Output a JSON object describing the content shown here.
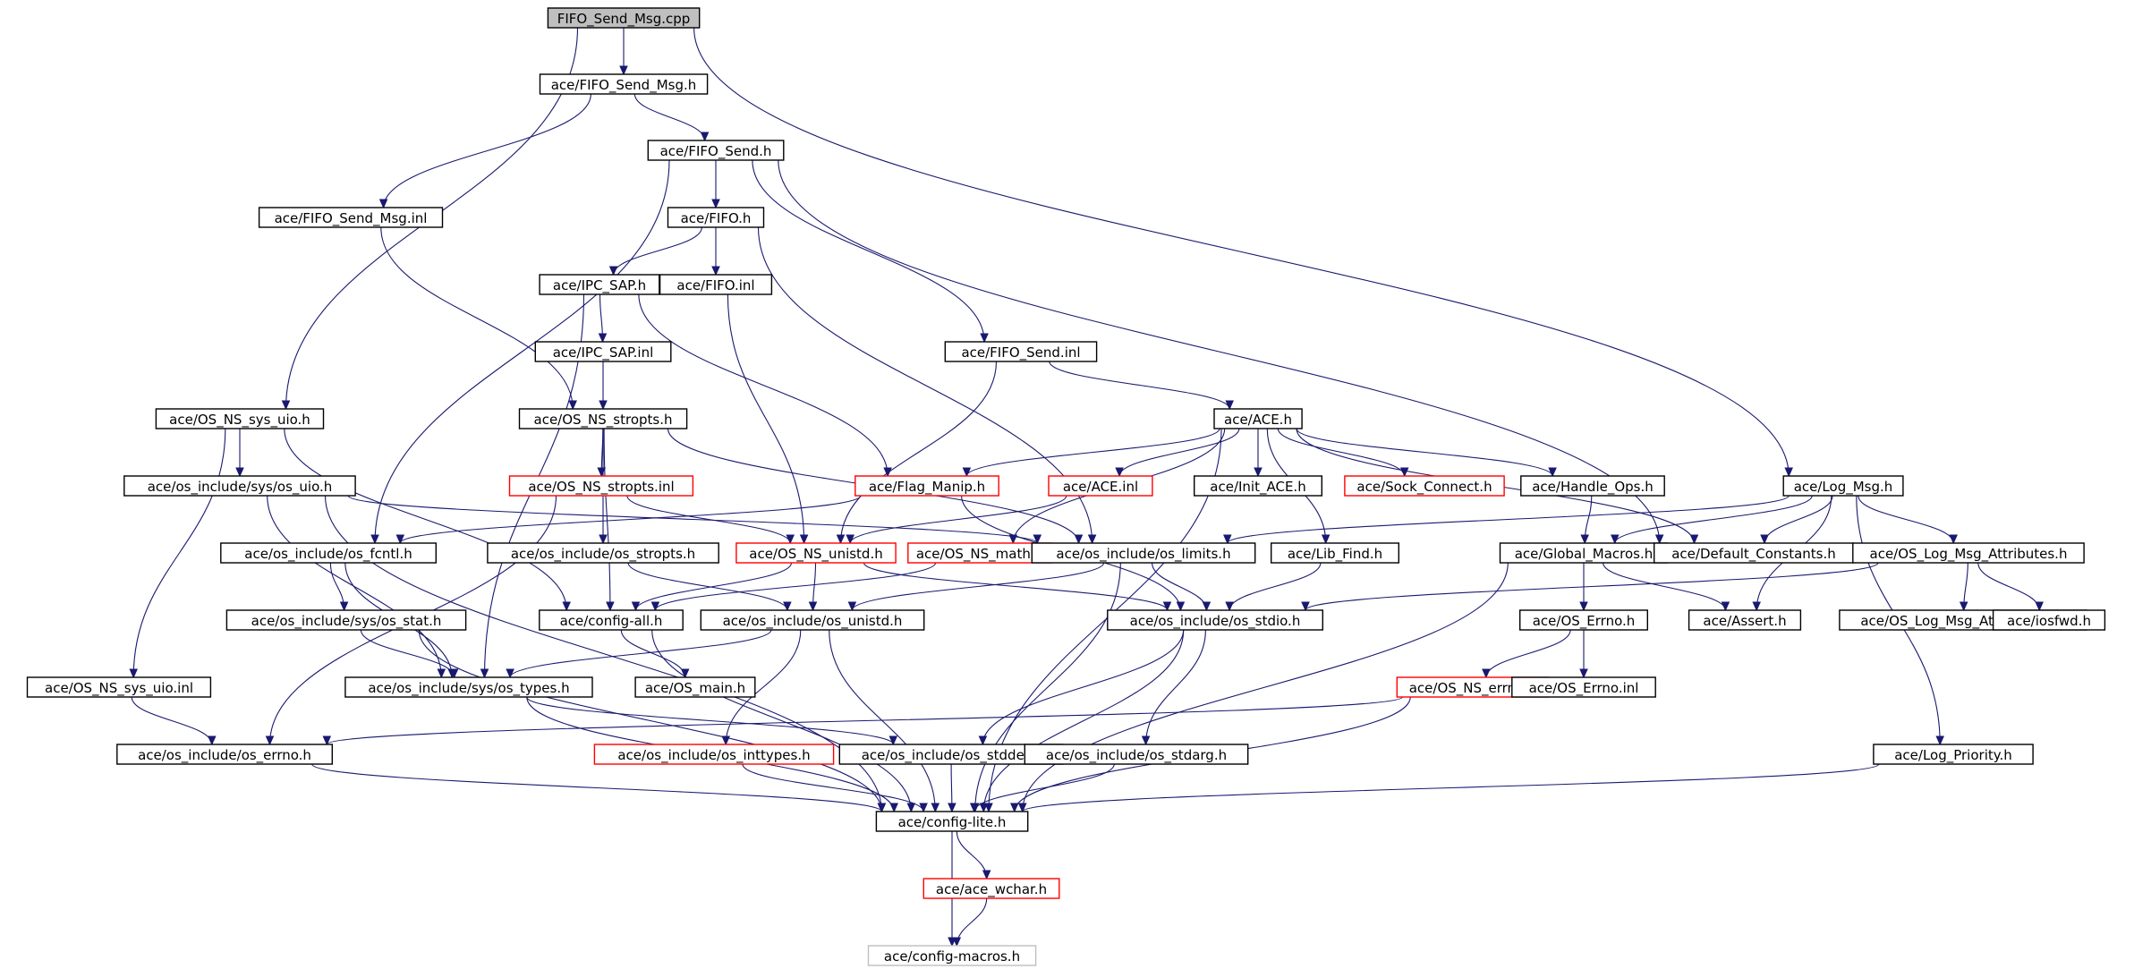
{
  "colors": {
    "edge": "#191970",
    "border_normal": "#000000",
    "border_truncated": "#ff0000",
    "border_leaf": "#bfbfbf",
    "fill_root": "#bfbfbf",
    "fill_normal": "#ffffff"
  },
  "nodes": [
    {
      "id": "n0",
      "label": "FIFO_Send_Msg.cpp",
      "kind": "root"
    },
    {
      "id": "n1",
      "label": "ace/FIFO_Send_Msg.h",
      "kind": "normal"
    },
    {
      "id": "n2",
      "label": "ace/FIFO_Send.h",
      "kind": "normal"
    },
    {
      "id": "n3",
      "label": "ace/FIFO_Send_Msg.inl",
      "kind": "normal"
    },
    {
      "id": "n4",
      "label": "ace/FIFO.h",
      "kind": "normal"
    },
    {
      "id": "n5",
      "label": "ace/IPC_SAP.h",
      "kind": "normal"
    },
    {
      "id": "n6",
      "label": "ace/FIFO.inl",
      "kind": "normal"
    },
    {
      "id": "n7",
      "label": "ace/IPC_SAP.inl",
      "kind": "normal"
    },
    {
      "id": "n8",
      "label": "ace/FIFO_Send.inl",
      "kind": "normal"
    },
    {
      "id": "n9",
      "label": "ace/OS_NS_sys_uio.h",
      "kind": "normal"
    },
    {
      "id": "n10",
      "label": "ace/OS_NS_stropts.h",
      "kind": "normal"
    },
    {
      "id": "n11",
      "label": "ace/ACE.h",
      "kind": "normal"
    },
    {
      "id": "n12",
      "label": "ace/os_include/sys/os_uio.h",
      "kind": "normal"
    },
    {
      "id": "n13",
      "label": "ace/OS_NS_stropts.inl",
      "kind": "truncated"
    },
    {
      "id": "n14",
      "label": "ace/Flag_Manip.h",
      "kind": "truncated"
    },
    {
      "id": "n15",
      "label": "ace/ACE.inl",
      "kind": "truncated"
    },
    {
      "id": "n16",
      "label": "ace/Init_ACE.h",
      "kind": "normal"
    },
    {
      "id": "n17",
      "label": "ace/Sock_Connect.h",
      "kind": "truncated"
    },
    {
      "id": "n18",
      "label": "ace/Handle_Ops.h",
      "kind": "normal"
    },
    {
      "id": "n19",
      "label": "ace/Log_Msg.h",
      "kind": "normal"
    },
    {
      "id": "n20",
      "label": "ace/os_include/os_fcntl.h",
      "kind": "normal"
    },
    {
      "id": "n21",
      "label": "ace/os_include/os_stropts.h",
      "kind": "normal"
    },
    {
      "id": "n22",
      "label": "ace/OS_NS_unistd.h",
      "kind": "truncated"
    },
    {
      "id": "n23",
      "label": "ace/OS_NS_math.h",
      "kind": "truncated"
    },
    {
      "id": "n24",
      "label": "ace/os_include/os_limits.h",
      "kind": "normal"
    },
    {
      "id": "n25",
      "label": "ace/Lib_Find.h",
      "kind": "normal"
    },
    {
      "id": "n26",
      "label": "ace/Global_Macros.h",
      "kind": "normal"
    },
    {
      "id": "n27",
      "label": "ace/Default_Constants.h",
      "kind": "normal"
    },
    {
      "id": "n28",
      "label": "ace/OS_Log_Msg_Attributes.h",
      "kind": "normal"
    },
    {
      "id": "n29",
      "label": "ace/os_include/sys/os_stat.h",
      "kind": "normal"
    },
    {
      "id": "n30",
      "label": "ace/config-all.h",
      "kind": "normal"
    },
    {
      "id": "n31",
      "label": "ace/os_include/os_unistd.h",
      "kind": "normal"
    },
    {
      "id": "n32",
      "label": "ace/os_include/os_stdio.h",
      "kind": "normal"
    },
    {
      "id": "n33",
      "label": "ace/OS_Errno.h",
      "kind": "normal"
    },
    {
      "id": "n34",
      "label": "ace/Assert.h",
      "kind": "normal"
    },
    {
      "id": "n35",
      "label": "ace/OS_Log_Msg_Attributes.inl",
      "kind": "normal"
    },
    {
      "id": "n36",
      "label": "ace/iosfwd.h",
      "kind": "normal"
    },
    {
      "id": "n37",
      "label": "ace/OS_NS_sys_uio.inl",
      "kind": "normal"
    },
    {
      "id": "n38",
      "label": "ace/os_include/sys/os_types.h",
      "kind": "normal"
    },
    {
      "id": "n39",
      "label": "ace/OS_main.h",
      "kind": "normal"
    },
    {
      "id": "n40",
      "label": "ace/OS_NS_errno.h",
      "kind": "truncated"
    },
    {
      "id": "n41",
      "label": "ace/OS_Errno.inl",
      "kind": "normal"
    },
    {
      "id": "n42",
      "label": "ace/os_include/os_errno.h",
      "kind": "normal"
    },
    {
      "id": "n43",
      "label": "ace/os_include/os_inttypes.h",
      "kind": "truncated"
    },
    {
      "id": "n44",
      "label": "ace/os_include/os_stddef.h",
      "kind": "normal"
    },
    {
      "id": "n45",
      "label": "ace/os_include/os_stdarg.h",
      "kind": "normal"
    },
    {
      "id": "n46",
      "label": "ace/Log_Priority.h",
      "kind": "normal"
    },
    {
      "id": "n47",
      "label": "ace/config-lite.h",
      "kind": "normal"
    },
    {
      "id": "n48",
      "label": "ace/ace_wchar.h",
      "kind": "truncated"
    },
    {
      "id": "n49",
      "label": "ace/config-macros.h",
      "kind": "leaf"
    }
  ],
  "edges": [
    [
      "n0",
      "n1"
    ],
    [
      "n0",
      "n9"
    ],
    [
      "n0",
      "n19"
    ],
    [
      "n1",
      "n2"
    ],
    [
      "n1",
      "n3"
    ],
    [
      "n2",
      "n4"
    ],
    [
      "n2",
      "n8"
    ],
    [
      "n2",
      "n20"
    ],
    [
      "n2",
      "n27"
    ],
    [
      "n3",
      "n10"
    ],
    [
      "n4",
      "n5"
    ],
    [
      "n4",
      "n6"
    ],
    [
      "n4",
      "n24"
    ],
    [
      "n5",
      "n7"
    ],
    [
      "n5",
      "n14"
    ],
    [
      "n5",
      "n38"
    ],
    [
      "n6",
      "n22"
    ],
    [
      "n7",
      "n10"
    ],
    [
      "n8",
      "n11"
    ],
    [
      "n8",
      "n22"
    ],
    [
      "n9",
      "n12"
    ],
    [
      "n9",
      "n37"
    ],
    [
      "n9",
      "n30"
    ],
    [
      "n10",
      "n13"
    ],
    [
      "n10",
      "n21"
    ],
    [
      "n10",
      "n30"
    ],
    [
      "n10",
      "n24"
    ],
    [
      "n11",
      "n14"
    ],
    [
      "n11",
      "n15"
    ],
    [
      "n11",
      "n16"
    ],
    [
      "n11",
      "n17"
    ],
    [
      "n11",
      "n18"
    ],
    [
      "n11",
      "n25"
    ],
    [
      "n11",
      "n23"
    ],
    [
      "n11",
      "n27"
    ],
    [
      "n11",
      "n47"
    ],
    [
      "n12",
      "n38"
    ],
    [
      "n12",
      "n47"
    ],
    [
      "n12",
      "n24"
    ],
    [
      "n13",
      "n22"
    ],
    [
      "n13",
      "n42"
    ],
    [
      "n14",
      "n20"
    ],
    [
      "n14",
      "n32"
    ],
    [
      "n15",
      "n22"
    ],
    [
      "n18",
      "n26"
    ],
    [
      "n19",
      "n26"
    ],
    [
      "n19",
      "n27"
    ],
    [
      "n19",
      "n28"
    ],
    [
      "n19",
      "n34"
    ],
    [
      "n19",
      "n46"
    ],
    [
      "n19",
      "n24"
    ],
    [
      "n20",
      "n29"
    ],
    [
      "n20",
      "n38"
    ],
    [
      "n21",
      "n31"
    ],
    [
      "n22",
      "n30"
    ],
    [
      "n22",
      "n31"
    ],
    [
      "n22",
      "n32"
    ],
    [
      "n23",
      "n30"
    ],
    [
      "n24",
      "n31"
    ],
    [
      "n24",
      "n32"
    ],
    [
      "n24",
      "n47"
    ],
    [
      "n25",
      "n32"
    ],
    [
      "n26",
      "n33"
    ],
    [
      "n26",
      "n34"
    ],
    [
      "n26",
      "n47"
    ],
    [
      "n28",
      "n32"
    ],
    [
      "n28",
      "n35"
    ],
    [
      "n28",
      "n36"
    ],
    [
      "n29",
      "n38"
    ],
    [
      "n29",
      "n47"
    ],
    [
      "n30",
      "n39"
    ],
    [
      "n30",
      "n47"
    ],
    [
      "n31",
      "n38"
    ],
    [
      "n31",
      "n43"
    ],
    [
      "n31",
      "n47"
    ],
    [
      "n32",
      "n44"
    ],
    [
      "n32",
      "n45"
    ],
    [
      "n32",
      "n47"
    ],
    [
      "n33",
      "n40"
    ],
    [
      "n33",
      "n41"
    ],
    [
      "n37",
      "n42"
    ],
    [
      "n38",
      "n44"
    ],
    [
      "n38",
      "n47"
    ],
    [
      "n40",
      "n42"
    ],
    [
      "n40",
      "n47"
    ],
    [
      "n42",
      "n47"
    ],
    [
      "n43",
      "n47"
    ],
    [
      "n44",
      "n47"
    ],
    [
      "n45",
      "n47"
    ],
    [
      "n46",
      "n47"
    ],
    [
      "n47",
      "n48"
    ],
    [
      "n47",
      "n49"
    ],
    [
      "n48",
      "n49"
    ]
  ]
}
